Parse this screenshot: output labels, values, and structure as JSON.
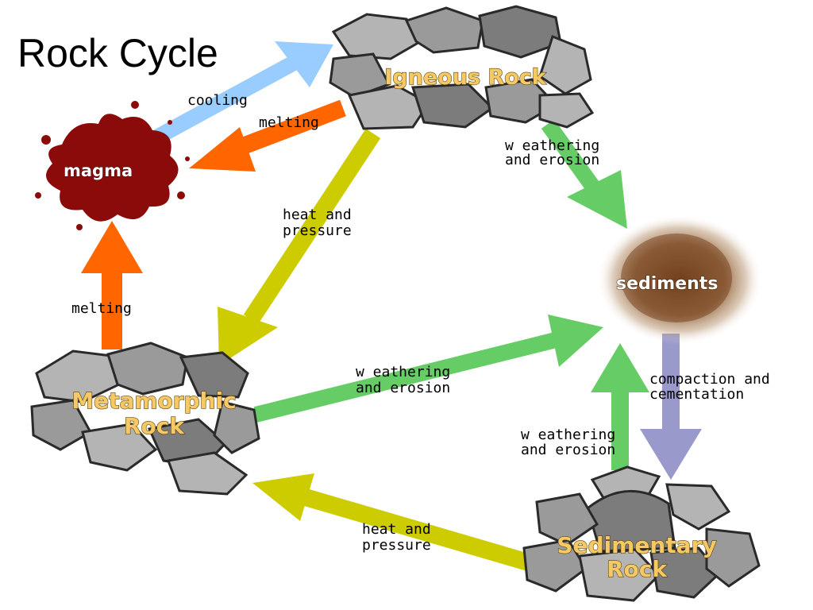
{
  "title": "Rock Cycle",
  "colors": {
    "cooling": "#99ccff",
    "melting": "#ff6600",
    "heat_pressure": "#cccc00",
    "weathering": "#66cc66",
    "compaction": "#9999cc",
    "magma": "#8b0a0a",
    "rock": "#9a9a9a",
    "node_text": "#f6c964"
  },
  "nodes": {
    "igneous": "Igneous Rock",
    "metamorphic_line1": "Metamorphic",
    "metamorphic_line2": "Rock",
    "sedimentary_line1": "Sedimentary",
    "sedimentary_line2": "Rock",
    "magma": "magma",
    "sediments": "sediments"
  },
  "labels": {
    "cooling": "cooling",
    "melting_top": "melting",
    "melting_left": "melting",
    "heat_pressure_1a": "heat and",
    "heat_pressure_1b": "pressure",
    "weathering_1a": "w eathering",
    "weathering_1b": "and erosion",
    "weathering_2a": "w eathering",
    "weathering_2b": "and erosion",
    "weathering_3a": "w eathering",
    "weathering_3b": "and erosion",
    "compaction_a": "compaction and",
    "compaction_b": "cementation",
    "heat_pressure_2a": "heat and",
    "heat_pressure_2b": "pressure"
  }
}
